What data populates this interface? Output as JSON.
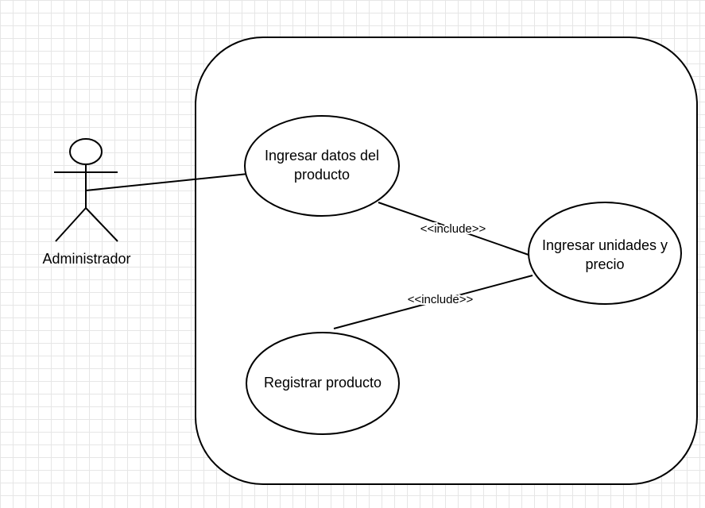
{
  "diagram": {
    "actor": {
      "name": "Administrador"
    },
    "use_cases": {
      "ingresar_datos": {
        "line1": "Ingresar datos del",
        "line2": "producto"
      },
      "ingresar_unidades": {
        "line1": "Ingresar unidades y",
        "line2": "precio"
      },
      "registrar": {
        "line1": "Registrar producto"
      }
    },
    "relations": {
      "include_1": "<<include>>",
      "include_2": "<<include>>"
    }
  }
}
